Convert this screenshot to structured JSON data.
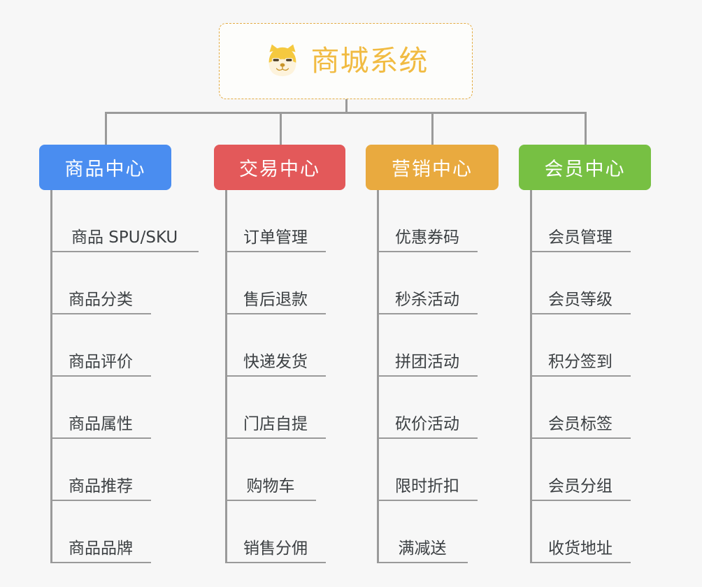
{
  "background_color": "#f7f7f7",
  "root": {
    "title": "商城系统",
    "icon": "shiba-dog-icon",
    "text_color": "#f1bb42",
    "border_color": "#e3ab42",
    "fill_color": "#fdfdfb"
  },
  "connector_color": "#9a9a9a",
  "columns": [
    {
      "header": "商品中心",
      "color": "#4a8df0",
      "items": [
        "商品 SPU/SKU",
        "商品分类",
        "商品评价",
        "商品属性",
        "商品推荐",
        "商品品牌"
      ]
    },
    {
      "header": "交易中心",
      "color": "#e3595a",
      "items": [
        "订单管理",
        "售后退款",
        "快递发货",
        "门店自提",
        "购物车",
        "销售分佣"
      ]
    },
    {
      "header": "营销中心",
      "color": "#e9aa3f",
      "items": [
        "优惠券码",
        "秒杀活动",
        "拼团活动",
        "砍价活动",
        "限时折扣",
        "满减送"
      ]
    },
    {
      "header": "会员中心",
      "color": "#77c043",
      "items": [
        "会员管理",
        "会员等级",
        "积分签到",
        "会员标签",
        "会员分组",
        "收货地址"
      ]
    }
  ]
}
